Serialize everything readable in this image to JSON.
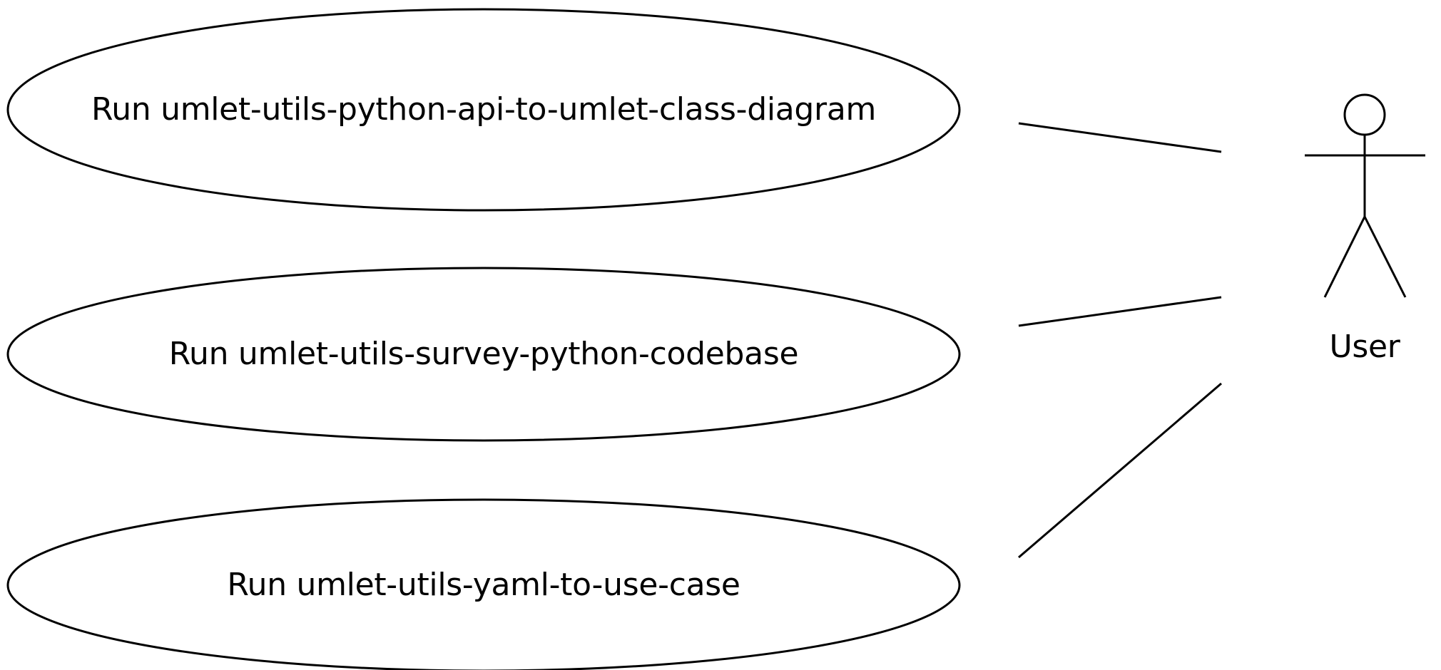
{
  "use_cases": [
    {
      "label": "Run umlet-utils-python-api-to-umlet-class-diagram"
    },
    {
      "label": "Run umlet-utils-survey-python-codebase"
    },
    {
      "label": "Run umlet-utils-yaml-to-use-case"
    }
  ],
  "actor": {
    "label": "User"
  },
  "colors": {
    "stroke": "#000000",
    "background": "#ffffff",
    "text": "#000000"
  }
}
